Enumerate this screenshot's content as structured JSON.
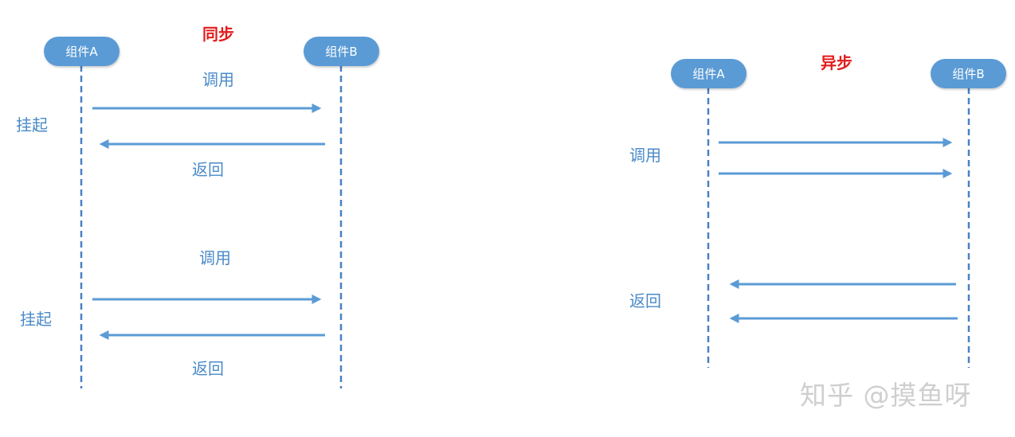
{
  "sync": {
    "title": "同步",
    "component_a": "组件A",
    "component_b": "组件B",
    "labels": {
      "call_1": "调用",
      "suspend_1": "挂起",
      "return_1": "返回",
      "call_2": "调用",
      "suspend_2": "挂起",
      "return_2": "返回"
    }
  },
  "async": {
    "title": "异步",
    "component_a": "组件A",
    "component_b": "组件B",
    "labels": {
      "call": "调用",
      "return": "返回"
    }
  },
  "watermark": "知乎 @摸鱼呀",
  "colors": {
    "accent_blue": "#5b9bd5",
    "label_blue": "#4a8ac8",
    "title_red": "#e21b1b",
    "watermark_gray": "#cfcfcf"
  }
}
